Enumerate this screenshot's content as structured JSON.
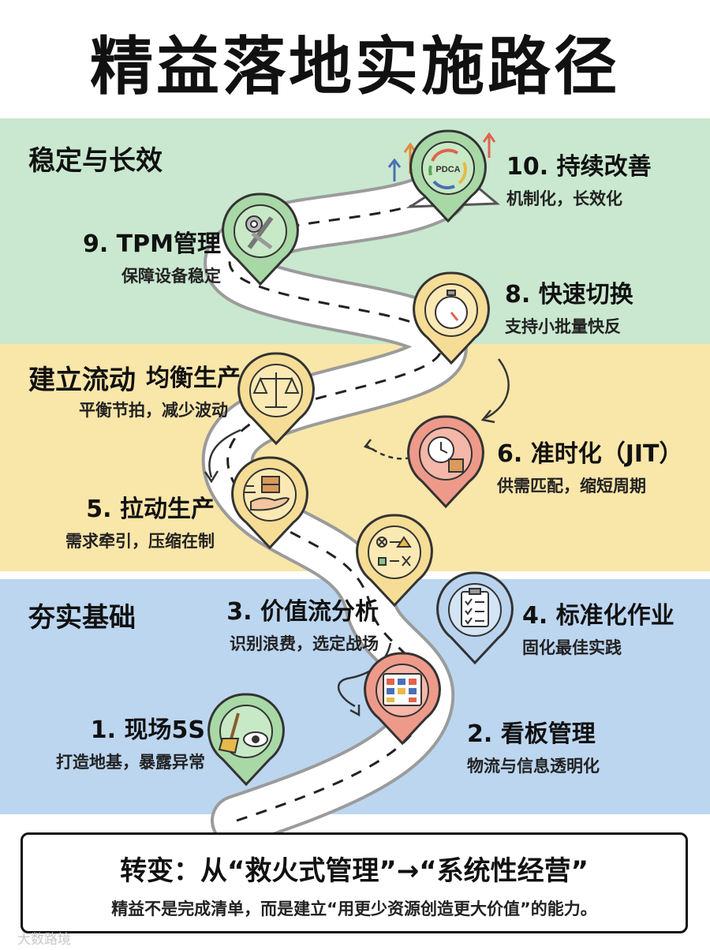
{
  "title": "精益落地实施路径",
  "phases": [
    {
      "label": "稳定与长效",
      "color": "#c9e8cf"
    },
    {
      "label": "建立流动",
      "color": "#f9e6a9"
    },
    {
      "label": "夯实基础",
      "color": "#bcd6f0"
    }
  ],
  "steps": [
    {
      "title": "1. 现场5S",
      "subtitle": "打造地基，暴露异常",
      "icon": "broom-eye-icon",
      "color": "#a8d8a6"
    },
    {
      "title": "2. 看板管理",
      "subtitle": "物流与信息透明化",
      "icon": "kanban-board-icon",
      "color": "#ee9a8a"
    },
    {
      "title": "3. 价值流分析",
      "subtitle": "识别浪费，选定战场",
      "icon": "flow-symbols-icon",
      "color": "#f6dd96"
    },
    {
      "title": "4. 标准化作业",
      "subtitle": "固化最佳实践",
      "icon": "clipboard-checklist-icon",
      "color": "#b9d3ee"
    },
    {
      "title": "5. 拉动生产",
      "subtitle": "需求牵引，压缩在制",
      "icon": "hand-box-icon",
      "color": "#f6dd96"
    },
    {
      "title": "6. 准时化（JIT）",
      "subtitle": "供需匹配，缩短周期",
      "icon": "clock-box-icon",
      "color": "#ee9a8a"
    },
    {
      "title": "均衡生产",
      "subtitle": "平衡节拍，减少波动",
      "icon": "balance-scale-icon",
      "color": "#f6dd96"
    },
    {
      "title": "8. 快速切换",
      "subtitle": "支持小批量快反",
      "icon": "stopwatch-icon",
      "color": "#f6dd96"
    },
    {
      "title": "9. TPM管理",
      "subtitle": "保障设备稳定",
      "icon": "wrench-gear-icon",
      "color": "#a8d8a6"
    },
    {
      "title": "10. 持续改善",
      "subtitle": "机制化，长效化",
      "icon": "pdca-cycle-icon",
      "color": "#a8d8a6"
    }
  ],
  "pdca_label": "PDCA",
  "summary": {
    "title": "转变：从“救火式管理”→“系统性经营”",
    "subtitle": "精益不是完成清单，而是建立“用更少资源创造更大价值”的能力。"
  },
  "watermark": "大数路境"
}
